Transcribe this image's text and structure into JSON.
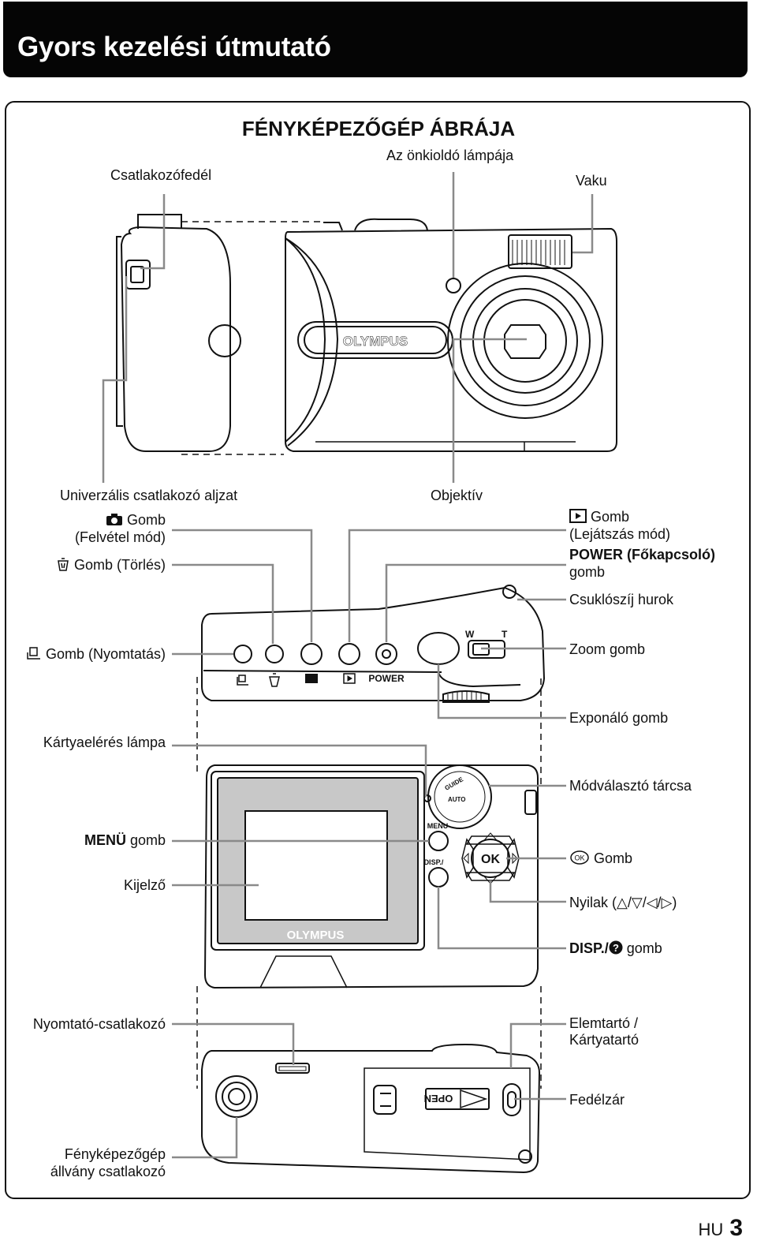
{
  "header": {
    "title": "Gyors kezelési útmutató"
  },
  "diagram": {
    "title": "FÉNYKÉPEZŐGÉP ÁBRÁJA",
    "brand": "OLYMPUS",
    "front": {
      "connector_cover": "Csatlakozófedél",
      "selftimer_lamp": "Az önkioldó lámpája",
      "flash": "Vaku",
      "multi_connector": "Univerzális csatlakozó aljzat",
      "lens": "Objektív"
    },
    "top": {
      "shooting_button_line1": "Gomb",
      "shooting_button_line2": "(Felvétel mód)",
      "erase_button": "Gomb (Törlés)",
      "playback_button_line1": "Gomb",
      "playback_button_line2": "(Lejátszás mód)",
      "power_line1": "POWER (Főkapcsoló)",
      "power_line2": "gomb",
      "strap_eyelet": "Csuklószíj hurok",
      "print_button": "Gomb (Nyomtatás)",
      "zoom_button": "Zoom gomb",
      "shutter_button": "Exponáló gomb",
      "power_caption": "POWER",
      "zoom_w": "W",
      "zoom_t": "T"
    },
    "back": {
      "card_lamp": "Kártyaelérés lámpa",
      "mode_dial": "Módválasztó tárcsa",
      "menu_button_bold": "MENÜ",
      "menu_button_rest": " gomb",
      "ok_button": "Gomb",
      "monitor": "Kijelző",
      "arrows": "Nyilak (△/▽/◁/▷)",
      "disp_button_bold": "DISP./",
      "disp_button_rest": " gomb",
      "menu_caption": "MENU",
      "disp_caption": "DISP./",
      "ok_caption": "OK",
      "dial_auto": "AUTO",
      "dial_guide": "GUIDE"
    },
    "bottom": {
      "printer_connector": "Nyomtató-csatlakozó",
      "battery_card_line1": "Elemtartó /",
      "battery_card_line2": "Kártyatartó",
      "cover_lock": "Fedélzár",
      "tripod_line1": "Fényképezőgép",
      "tripod_line2": "állvány csatlakozó",
      "open_caption": "OPEN"
    }
  },
  "footer": {
    "lang": "HU",
    "page": "3"
  }
}
